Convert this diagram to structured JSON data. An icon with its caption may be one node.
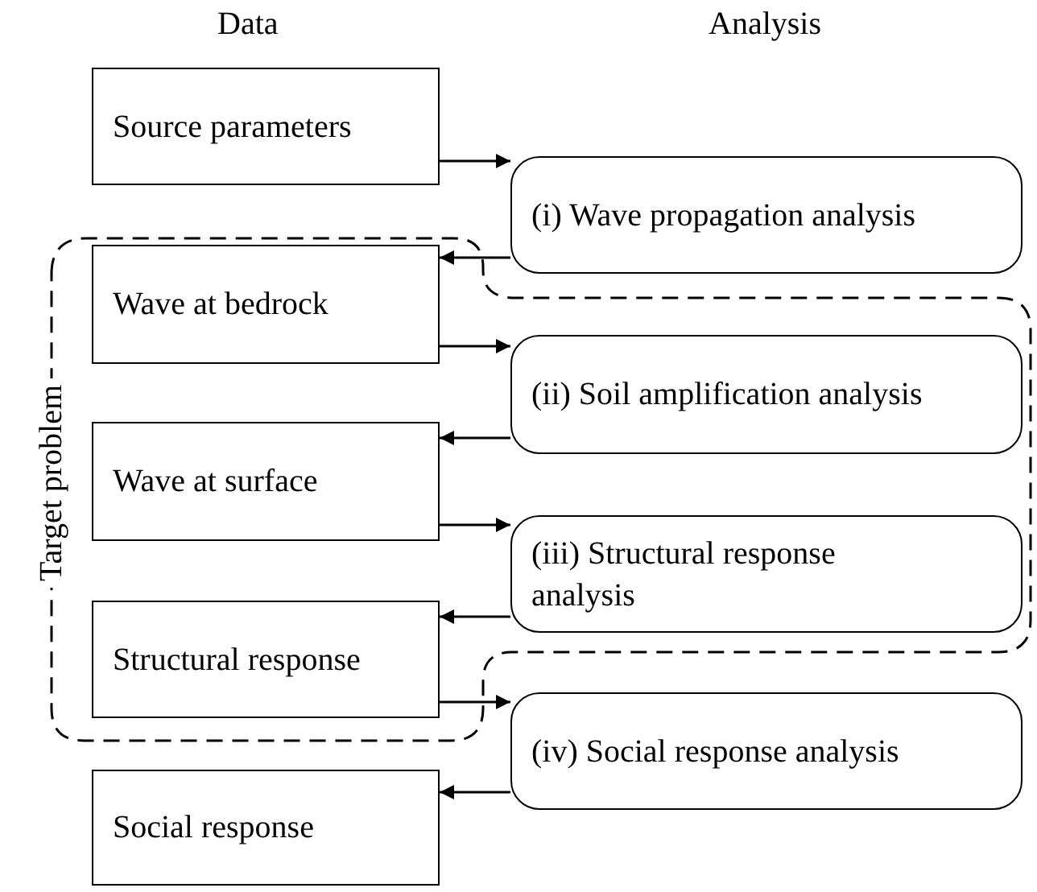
{
  "diagram": {
    "nodes": [
      {
        "text": [
          "Source parameters"
        ]
      },
      {
        "text": [
          "(i) Wave propagation analysis"
        ]
      },
      {
        "text": [
          "Target problem"
        ]
      },
      {
        "text": [
          "Wave at bedrock"
        ],
        "in": 2
      },
      {
        "text": [
          "(ii) Soil amplification analysis"
        ],
        "in": 2
      },
      {
        "text": [
          "Wave at surface"
        ],
        "in": 2
      },
      {
        "text": [
          "(iii) Structural response analysis"
        ],
        "in": 2
      },
      {
        "text": [
          "Structural response"
        ],
        "in": 2
      },
      {
        "text": [
          "(iv) Social response analysis"
        ]
      },
      {
        "text": [
          "Social response"
        ]
      }
    ],
    "edges": [
      {
        "from": 0,
        "to": 1,
        "arrow": "to"
      },
      {
        "from": 1,
        "to": 3,
        "arrow": "to"
      },
      {
        "from": 3,
        "to": 4,
        "arrow": "to"
      },
      {
        "from": 4,
        "to": 5,
        "arrow": "to"
      },
      {
        "from": 5,
        "to": 6,
        "arrow": "to"
      },
      {
        "from": 6,
        "to": 7,
        "arrow": "to"
      },
      {
        "from": 7,
        "to": 8,
        "arrow": "to"
      },
      {
        "from": 8,
        "to": 9,
        "arrow": "to"
      }
    ],
    "labels": [
      "Data",
      "Analysis"
    ]
  }
}
